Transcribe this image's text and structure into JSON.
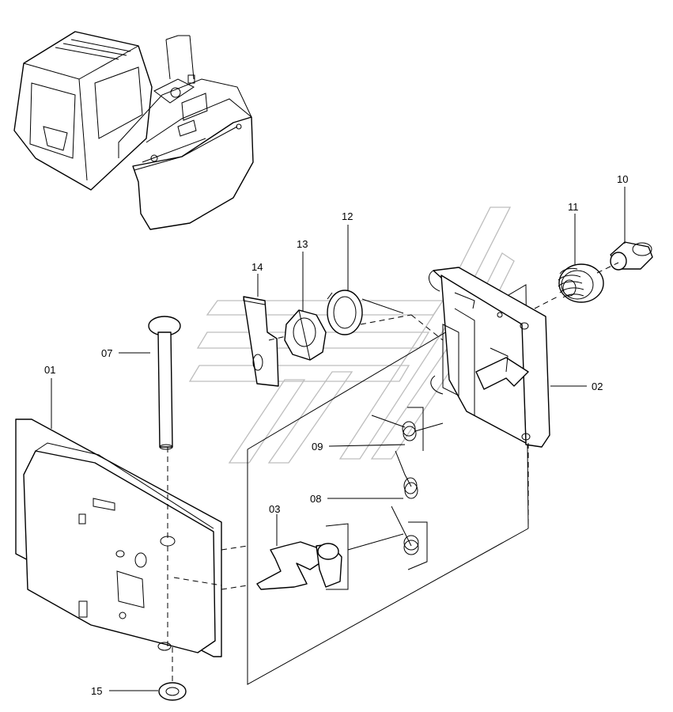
{
  "callouts": {
    "p01": "01",
    "p02": "02",
    "p03": "03",
    "p07": "07",
    "p08": "08",
    "p09": "09",
    "p10": "10",
    "p11": "11",
    "p12": "12",
    "p13": "13",
    "p14": "14",
    "p15": "15"
  },
  "colors": {
    "line": "#000000",
    "watermark": "#bdbdbd",
    "background": "#ffffff"
  }
}
